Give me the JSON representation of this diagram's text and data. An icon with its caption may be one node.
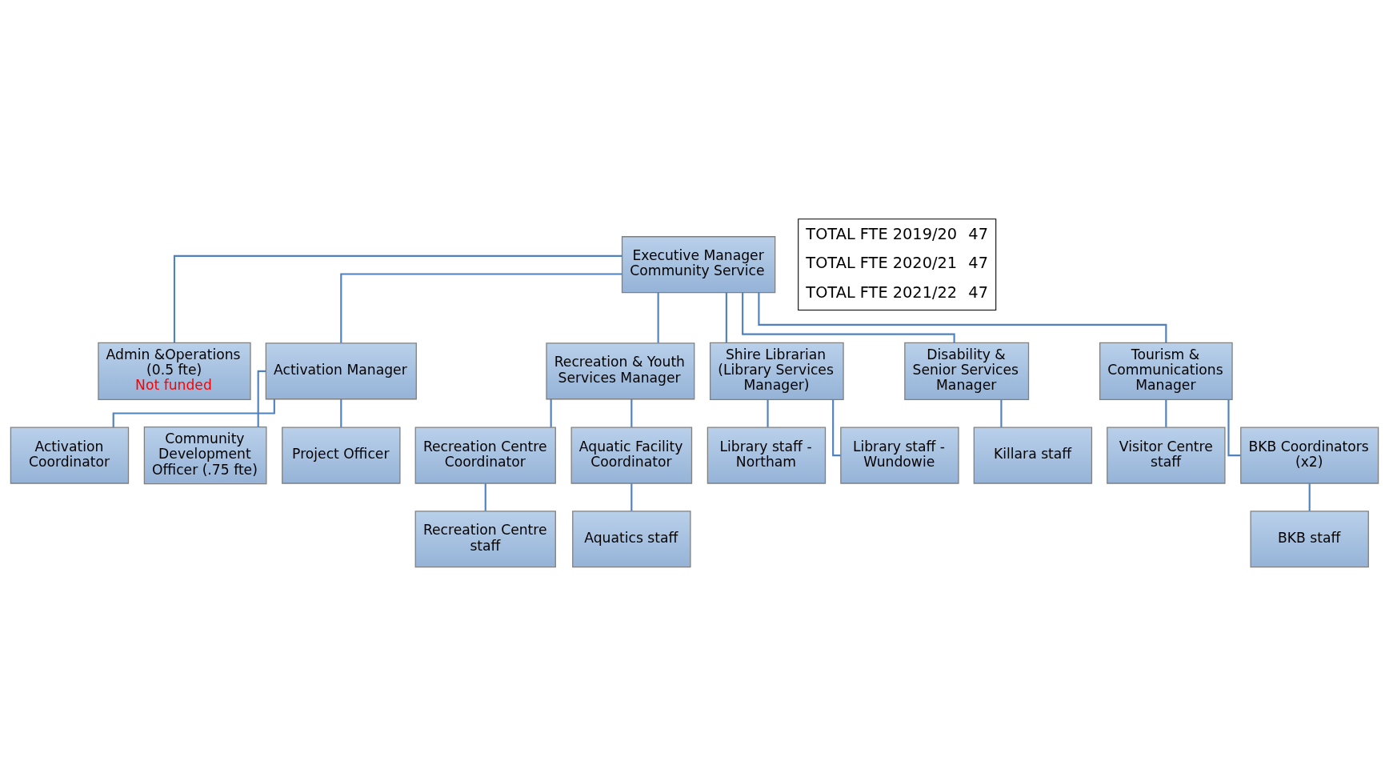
{
  "diagram": {
    "nodes": [
      {
        "text": [
          "Executive Manager Community Service"
        ]
      },
      {
        "text": [
          "Admin &Operations (0.5 fte)",
          "Not funded"
        ]
      },
      {
        "text": [
          "Activation Manager"
        ]
      },
      {
        "text": [
          "Recreation & Youth Services Manager"
        ]
      },
      {
        "text": [
          "Shire Librarian (Library Services Manager)"
        ]
      },
      {
        "text": [
          "Disability & Senior Services Manager"
        ]
      },
      {
        "text": [
          "Tourism & Communications Manager"
        ]
      },
      {
        "text": [
          "Activation Coordinator"
        ]
      },
      {
        "text": [
          "Community Development Officer (.75 fte)"
        ]
      },
      {
        "text": [
          "Project Officer"
        ]
      },
      {
        "text": [
          "Recreation Centre Coordinator"
        ]
      },
      {
        "text": [
          "Aquatic Facility Coordinator"
        ]
      },
      {
        "text": [
          "Recreation Centre staff"
        ]
      },
      {
        "text": [
          "Aquatics staff"
        ]
      },
      {
        "text": [
          "Library staff - Northam"
        ]
      },
      {
        "text": [
          "Library staff - Wundowie"
        ]
      },
      {
        "text": [
          "Killara staff"
        ]
      },
      {
        "text": [
          "Visitor Centre staff"
        ]
      },
      {
        "text": [
          "BKB Coordinators (x2)"
        ]
      },
      {
        "text": [
          "BKB staff"
        ]
      }
    ],
    "edges": [
      {
        "from": 0,
        "to": 1,
        "arrow": "none"
      },
      {
        "from": 0,
        "to": 2,
        "arrow": "none"
      },
      {
        "from": 0,
        "to": 3,
        "arrow": "none"
      },
      {
        "from": 0,
        "to": 4,
        "arrow": "none"
      },
      {
        "from": 0,
        "to": 5,
        "arrow": "none"
      },
      {
        "from": 0,
        "to": 6,
        "arrow": "none"
      },
      {
        "from": 2,
        "to": 7,
        "arrow": "none"
      },
      {
        "from": 2,
        "to": 8,
        "arrow": "none"
      },
      {
        "from": 2,
        "to": 9,
        "arrow": "none"
      },
      {
        "from": 3,
        "to": 10,
        "arrow": "none"
      },
      {
        "from": 3,
        "to": 11,
        "arrow": "none"
      },
      {
        "from": 10,
        "to": 12,
        "arrow": "none"
      },
      {
        "from": 11,
        "to": 13,
        "arrow": "none"
      },
      {
        "from": 4,
        "to": 14,
        "arrow": "none"
      },
      {
        "from": 4,
        "to": 15,
        "arrow": "none"
      },
      {
        "from": 5,
        "to": 16,
        "arrow": "none"
      },
      {
        "from": 6,
        "to": 17,
        "arrow": "none"
      },
      {
        "from": 6,
        "to": 18,
        "arrow": "none"
      },
      {
        "from": 18,
        "to": 19,
        "arrow": "none"
      }
    ],
    "labels": [
      "TOTAL FTE 2019/20",
      "47",
      "TOTAL FTE 2020/21",
      "47",
      "TOTAL FTE 2021/22",
      "47"
    ]
  }
}
